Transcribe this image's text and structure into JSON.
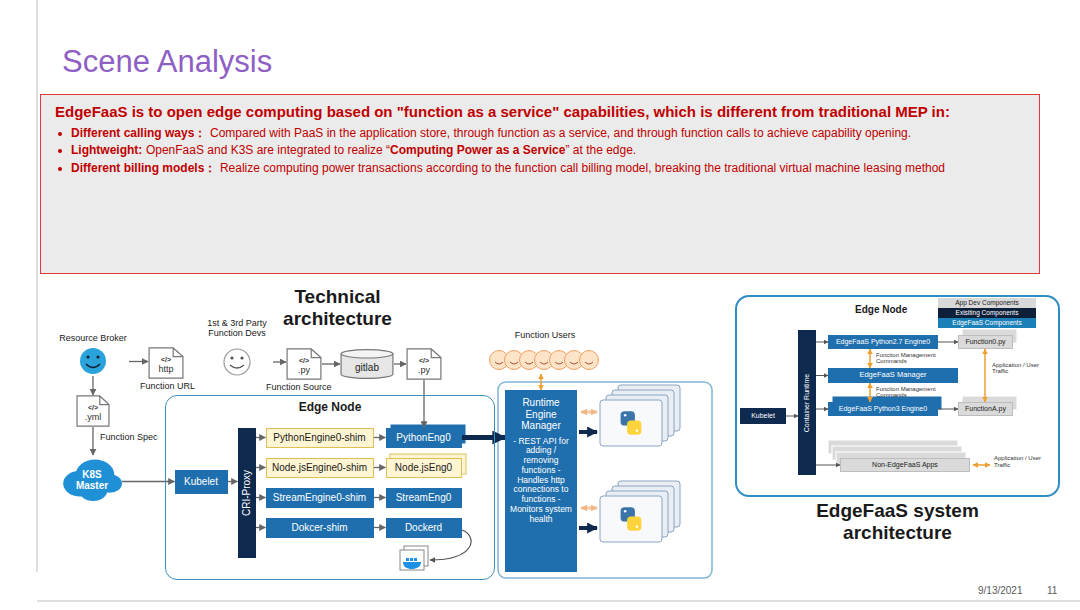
{
  "diagram": {
    "title": "Scene Analysis",
    "nodes": [
      {
        "text": [
          "EdgeFaaS is to open edge computing based on \"function as a service\" capabilities, which is different from traditional MEP in:",
          "Different calling ways：",
          "Compared with PaaS in the application store, through function as a service, and through function calls to achieve capability opening.",
          "Lightweight:",
          "OpenFaaS and K3S are integrated to realize “",
          "Computing Power as a Service",
          "” at the edge.",
          "Different billing models：",
          "Realize computing power transactions according to the function call billing model, breaking the traditional virtual machine leasing method"
        ]
      },
      {
        "text": [
          "Resource Broker"
        ]
      },
      {
        "text": [
          "</>",
          "http"
        ]
      },
      {
        "text": [
          "1st & 3rd Party Function Devs"
        ]
      },
      {
        "text": [
          "</>",
          ".py"
        ]
      },
      {
        "text": [
          "gitlab"
        ]
      },
      {
        "text": [
          "</>",
          ".py"
        ]
      },
      {
        "text": [
          "Function Users"
        ]
      },
      {
        "text": [
          "</>",
          ".yml"
        ]
      },
      {
        "text": [
          "K8S Master"
        ]
      },
      {
        "text": [
          "Edge Node"
        ]
      },
      {
        "text": [
          "Kubelet"
        ],
        "in": 10
      },
      {
        "text": [
          "CRI-Proxy"
        ],
        "in": 10
      },
      {
        "text": [
          "PythonEngine0-shim"
        ],
        "in": 10
      },
      {
        "text": [
          "PythonEng0"
        ],
        "in": 10
      },
      {
        "text": [
          "Node.jsEngine0-shim"
        ],
        "in": 10
      },
      {
        "text": [
          "Node.jsEng0"
        ],
        "in": 10
      },
      {
        "text": [
          "StreamEngine0-shim"
        ],
        "in": 10
      },
      {
        "text": [
          "StreamEng0"
        ],
        "in": 10
      },
      {
        "text": [
          "Dokcer-shim"
        ],
        "in": 10
      },
      {
        "text": [
          "Dockerd"
        ],
        "in": 10
      },
      {
        "text": [
          "Runtime Engine Manager",
          "- REST API for adding / removing functions - Handles http connections to functions - Monitors system health"
        ]
      },
      {
        "text": [
          "Edge Node"
        ]
      },
      {
        "text": [
          "Kubelet"
        ],
        "in": 22
      },
      {
        "text": [
          "Container Runtime"
        ],
        "in": 22
      },
      {
        "text": [
          "EdgeFaaS Python2.7 Engine0"
        ],
        "in": 22
      },
      {
        "text": [
          "EdgeFaaS Manager"
        ],
        "in": 22
      },
      {
        "text": [
          "EdgeFaaS Python3 Engine0"
        ],
        "in": 22
      },
      {
        "text": [
          "Function0.py"
        ],
        "in": 22
      },
      {
        "text": [
          "FunctionA.py"
        ],
        "in": 22
      },
      {
        "text": [
          "Non-EdgeFaaS Apps"
        ],
        "in": 22
      }
    ],
    "edges": [
      {
        "from": 1,
        "to": 2,
        "arrow": "to"
      },
      {
        "from": 1,
        "to": 8,
        "arrow": "to"
      },
      {
        "from": 8,
        "to": 9,
        "arrow": "to"
      },
      {
        "from": 9,
        "to": 11,
        "arrow": "to"
      },
      {
        "from": 11,
        "to": 12,
        "arrow": "to"
      },
      {
        "from": 12,
        "to": 13,
        "arrow": "to"
      },
      {
        "from": 12,
        "to": 15,
        "arrow": "to"
      },
      {
        "from": 12,
        "to": 17,
        "arrow": "to"
      },
      {
        "from": 12,
        "to": 19,
        "arrow": "to"
      },
      {
        "from": 13,
        "to": 14,
        "arrow": "to"
      },
      {
        "from": 15,
        "to": 16,
        "arrow": "to"
      },
      {
        "from": 17,
        "to": 18,
        "arrow": "to"
      },
      {
        "from": 19,
        "to": 20,
        "arrow": "to"
      },
      {
        "from": 3,
        "to": 4,
        "arrow": "to"
      },
      {
        "from": 4,
        "to": 5,
        "arrow": "to"
      },
      {
        "from": 5,
        "to": 6,
        "arrow": "to"
      },
      {
        "from": 6,
        "to": 14,
        "arrow": "to"
      },
      {
        "from": 14,
        "to": 21,
        "arrow": "to"
      },
      {
        "from": 7,
        "to": 21,
        "arrow": "both"
      },
      {
        "from": 23,
        "to": 24,
        "arrow": "to"
      },
      {
        "from": 24,
        "to": 25,
        "arrow": "to"
      },
      {
        "from": 24,
        "to": 26,
        "arrow": "to"
      },
      {
        "from": 24,
        "to": 27,
        "arrow": "to"
      },
      {
        "from": 24,
        "to": 30,
        "arrow": "to"
      },
      {
        "from": 26,
        "to": 25,
        "arrow": "both",
        "label": "Function Management Commands"
      },
      {
        "from": 26,
        "to": 27,
        "arrow": "both",
        "label": "Function Management Commands"
      },
      {
        "from": 25,
        "to": 28,
        "arrow": "to"
      },
      {
        "from": 27,
        "to": 29,
        "arrow": "to"
      },
      {
        "from": 28,
        "to": 29,
        "arrow": "both",
        "label": "Application / User Traffic"
      }
    ],
    "labels": [
      "Technical architecture",
      "Function URL",
      "Function Source",
      "Function Spec",
      "Application / User Traffic",
      "EdgeFaaS system architecture",
      "9/13/2021",
      "11"
    ],
    "legend": [
      {
        "text": "App Dev Components",
        "color": "#d9d9d9"
      },
      {
        "text": "Exisiting Components",
        "color": "#0e1f3a"
      },
      {
        "text": "EdgeFaaS Components",
        "color": "#1b7fb8"
      }
    ]
  }
}
